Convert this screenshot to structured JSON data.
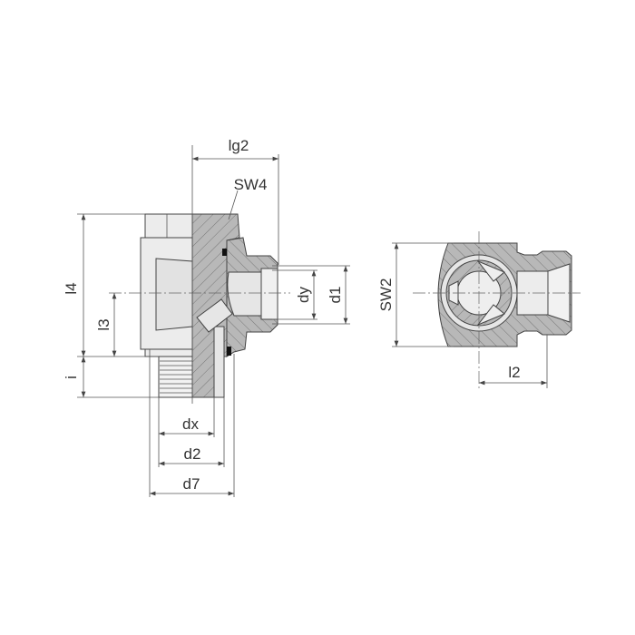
{
  "drawing": {
    "side_view_labels": {
      "lg2": "lg2",
      "sw4": "SW4",
      "l4": "l4",
      "l3": "l3",
      "i": "i",
      "dy": "dy",
      "d1": "d1",
      "dx": "dx",
      "d2": "d2",
      "d7": "d7"
    },
    "end_view_labels": {
      "sw2": "SW2",
      "l2": "l2"
    },
    "colors": {
      "section": "#b8b8b8",
      "body": "#ececec",
      "line": "#444444"
    }
  }
}
